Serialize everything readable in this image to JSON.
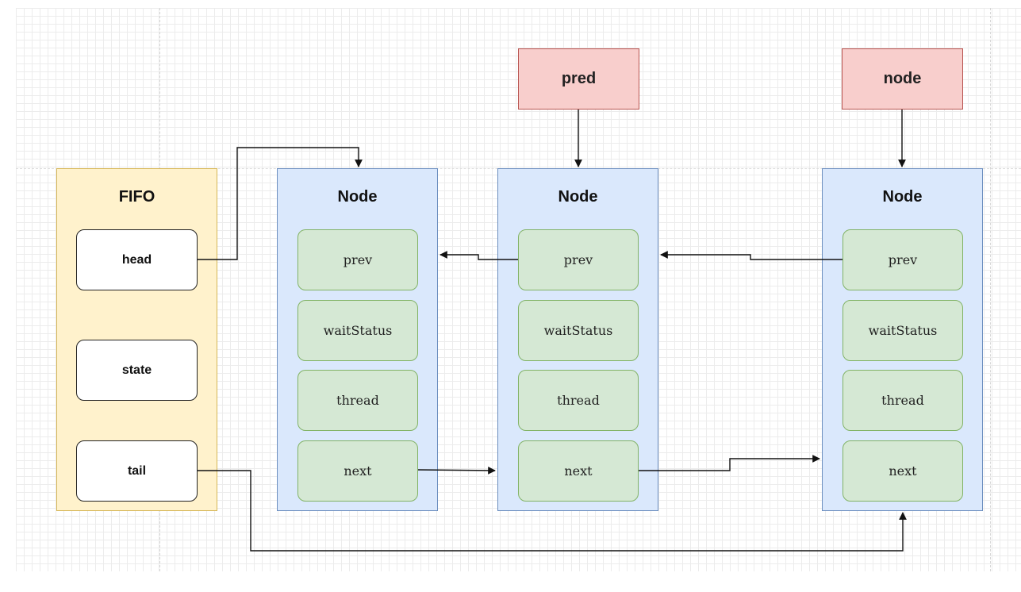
{
  "fifo": {
    "title": "FIFO",
    "fields": [
      "head",
      "state",
      "tail"
    ]
  },
  "pointers": {
    "pred": "pred",
    "node": "node"
  },
  "nodes": [
    {
      "title": "Node",
      "fields": [
        "prev",
        "waitStatus",
        "thread",
        "next"
      ]
    },
    {
      "title": "Node",
      "fields": [
        "prev",
        "waitStatus",
        "thread",
        "next"
      ]
    },
    {
      "title": "Node",
      "fields": [
        "prev",
        "waitStatus",
        "thread",
        "next"
      ]
    }
  ]
}
